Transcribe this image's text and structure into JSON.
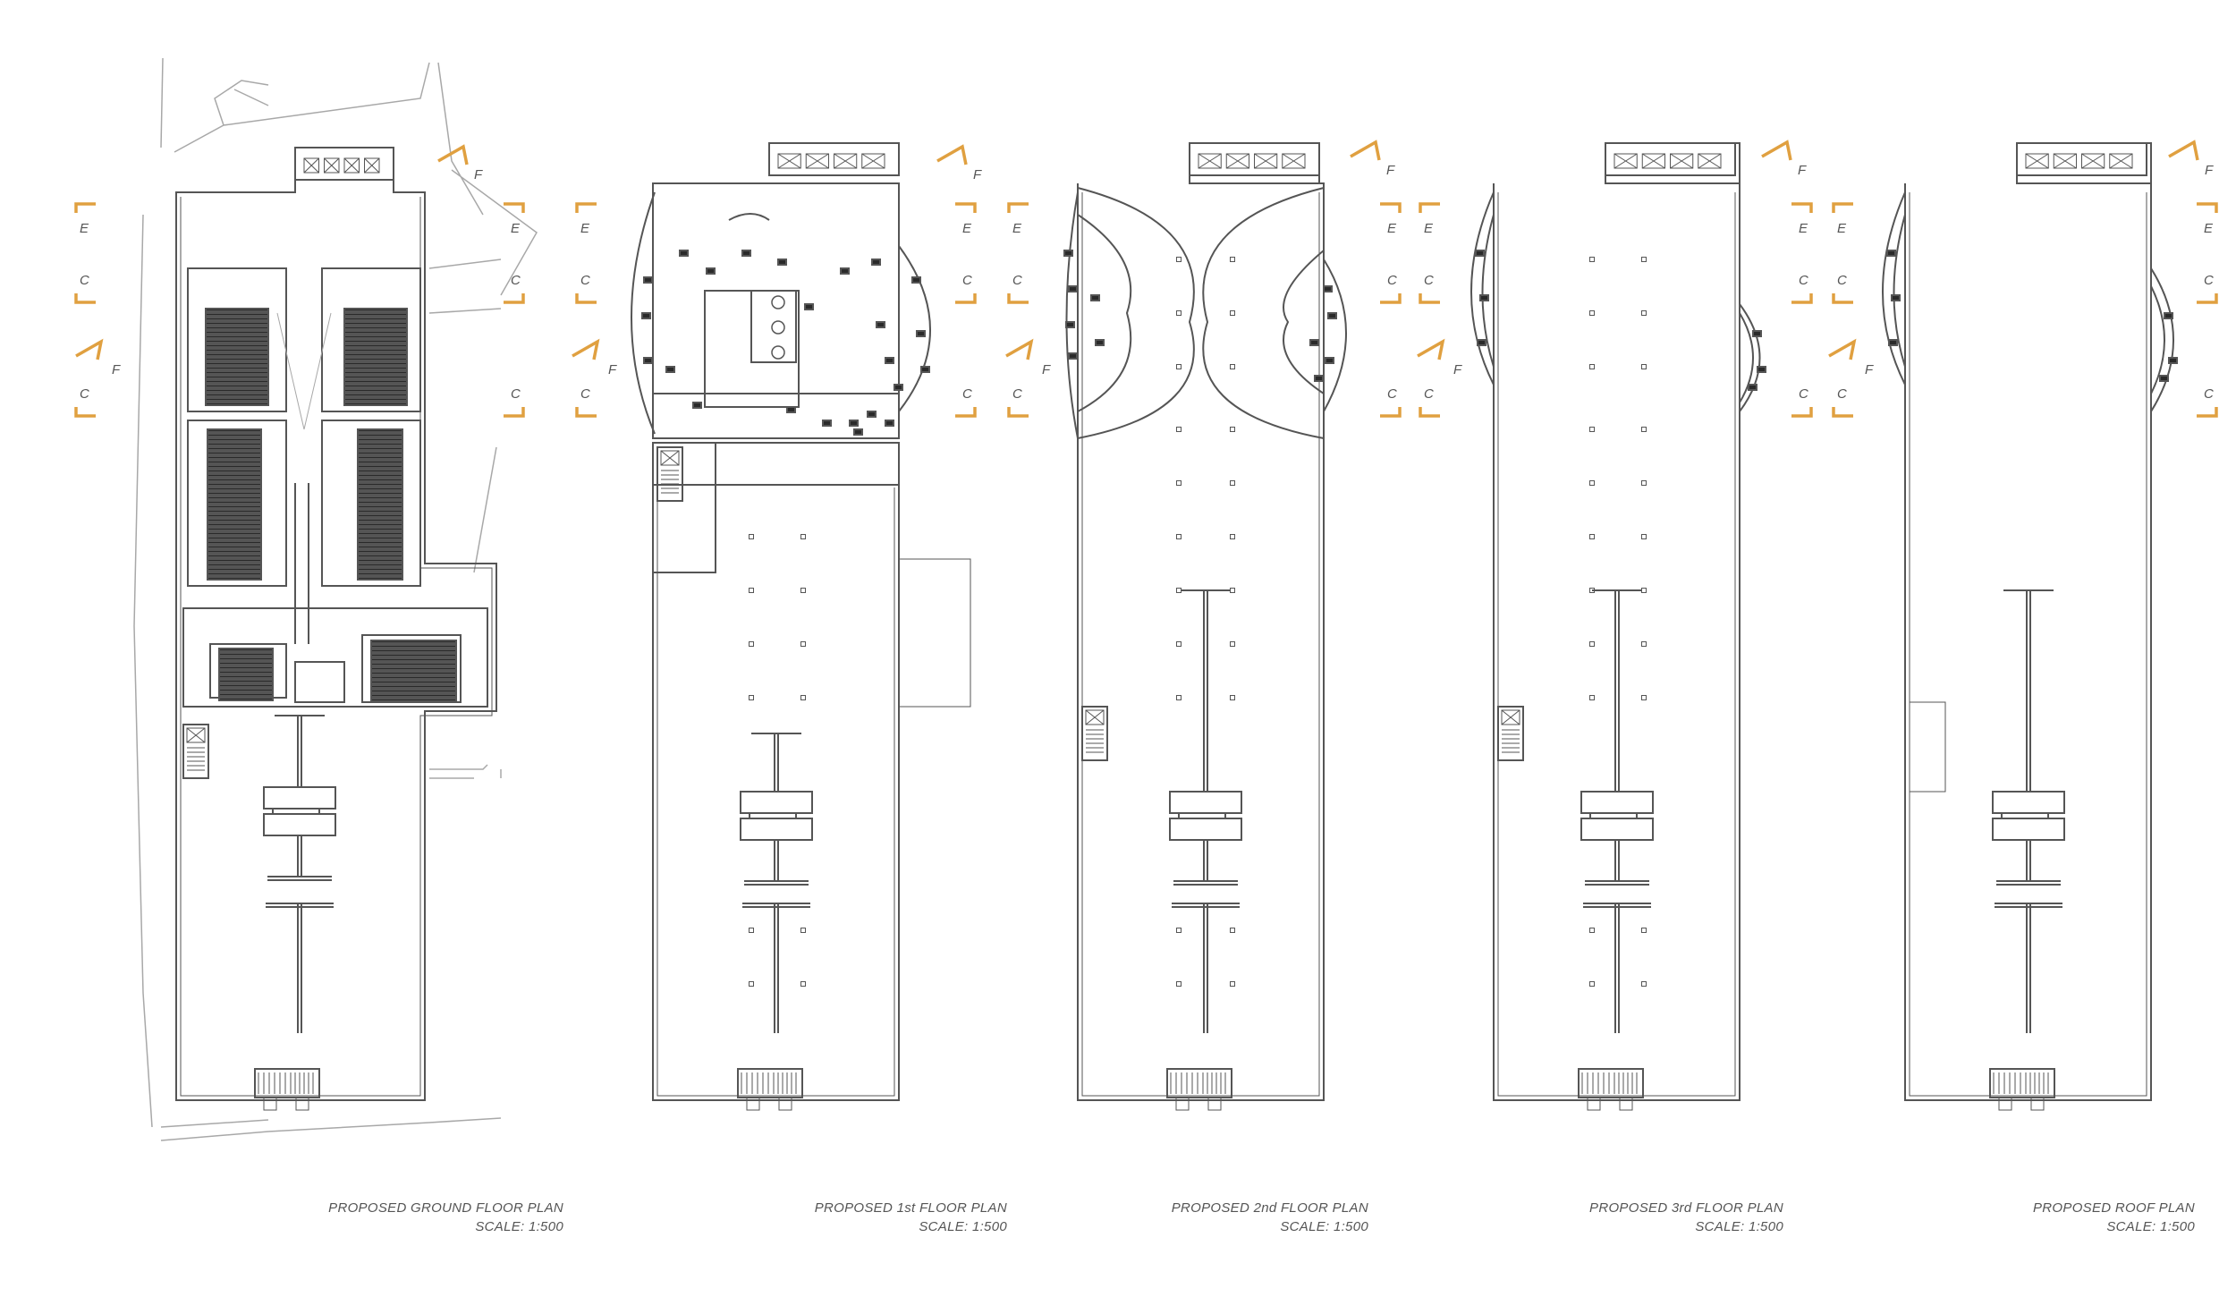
{
  "colors": {
    "line": "#555555",
    "light_line": "#a8a8a8",
    "section_marker": "#e0a040",
    "fill_dark": "#2a2a2a"
  },
  "plans": [
    {
      "title": "PROPOSED GROUND FLOOR PLAN",
      "scale": "SCALE: 1:500"
    },
    {
      "title": "PROPOSED 1st FLOOR PLAN",
      "scale": "SCALE: 1:500"
    },
    {
      "title": "PROPOSED 2nd FLOOR PLAN",
      "scale": "SCALE: 1:500"
    },
    {
      "title": "PROPOSED 3rd FLOOR PLAN",
      "scale": "SCALE: 1:500"
    },
    {
      "title": "PROPOSED ROOF PLAN",
      "scale": "SCALE: 1:500"
    }
  ],
  "section_labels": {
    "c": "C",
    "e": "E",
    "f": "F"
  }
}
